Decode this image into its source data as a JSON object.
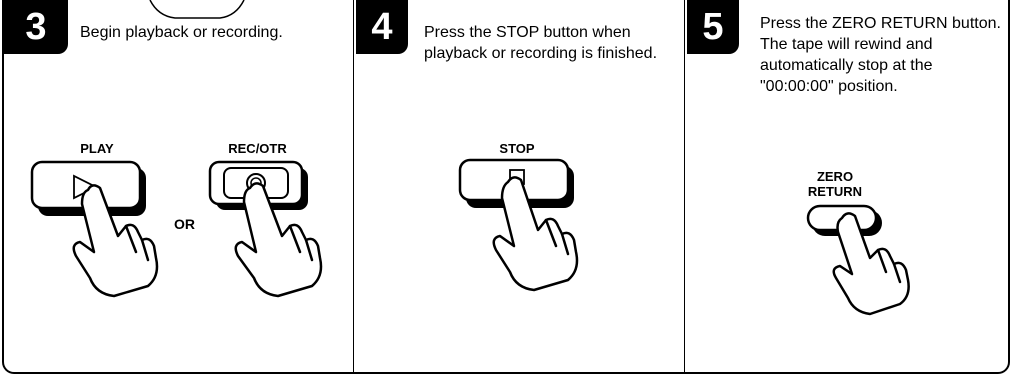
{
  "steps": [
    {
      "number": "3",
      "text": "Begin playback or recording."
    },
    {
      "number": "4",
      "text": "Press the STOP button when playback or recording is finished."
    },
    {
      "number": "5",
      "text": "Press the ZERO RETURN button. The tape will rewind and automatically stop at the \"00:00:00\" position."
    }
  ],
  "buttons": {
    "play": "PLAY",
    "rec_otr": "REC/OTR",
    "or": "OR",
    "stop": "STOP",
    "zero_return_line1": "ZERO",
    "zero_return_line2": "RETURN"
  }
}
